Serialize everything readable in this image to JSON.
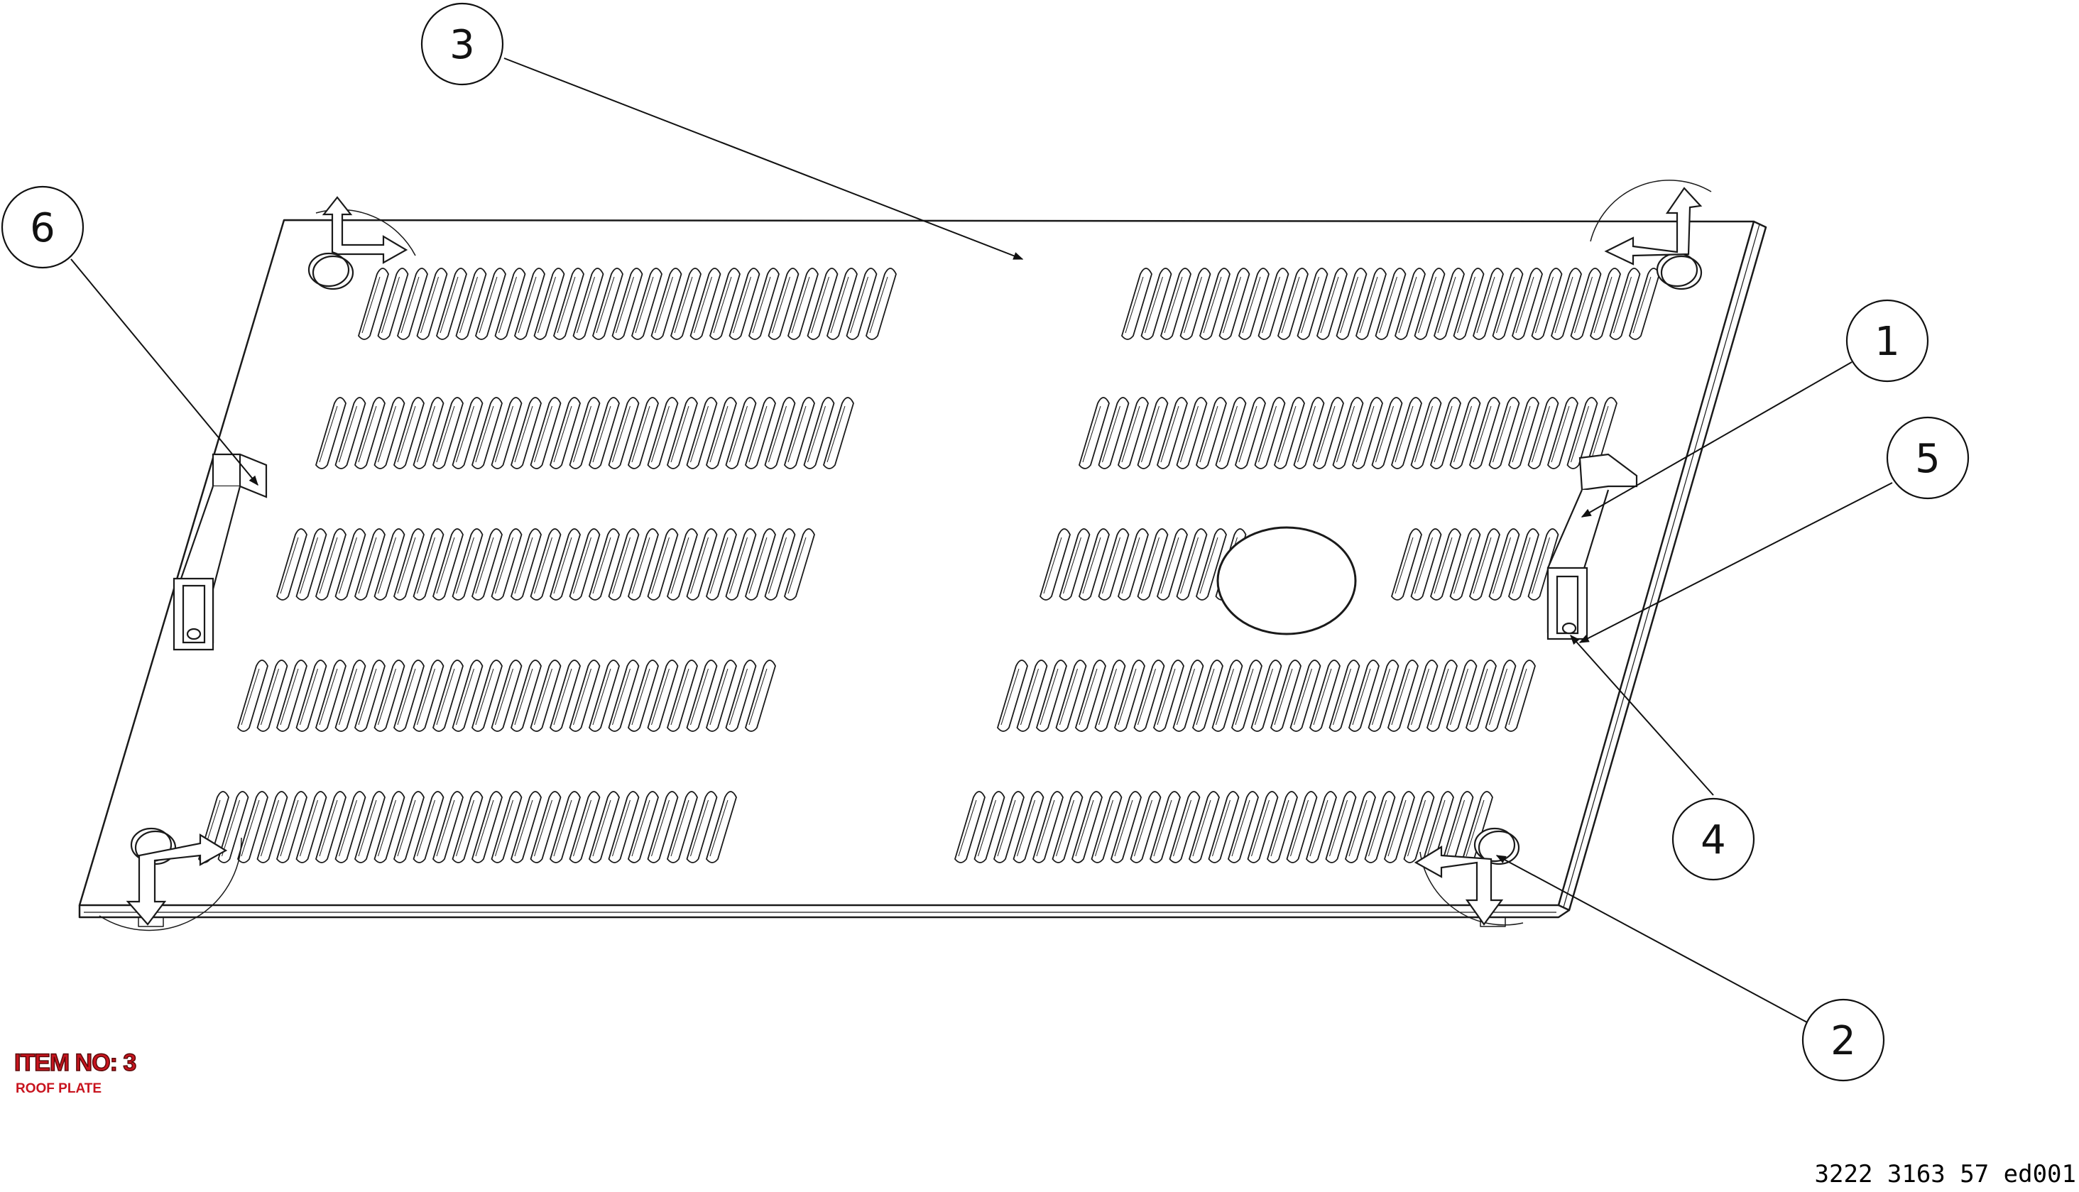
{
  "item_label": "ITEM NO: 3",
  "item_name": "ROOF PLATE",
  "document_number": "3222 3163 57 ed001",
  "balloons": [
    {
      "id": "balloon-1",
      "label": "1"
    },
    {
      "id": "balloon-2",
      "label": "2"
    },
    {
      "id": "balloon-3",
      "label": "3"
    },
    {
      "id": "balloon-4",
      "label": "4"
    },
    {
      "id": "balloon-5",
      "label": "5"
    },
    {
      "id": "balloon-6",
      "label": "6"
    }
  ],
  "colors": {
    "line": "#1a1a1a",
    "title_red": "#c8141e",
    "background": "#ffffff"
  }
}
